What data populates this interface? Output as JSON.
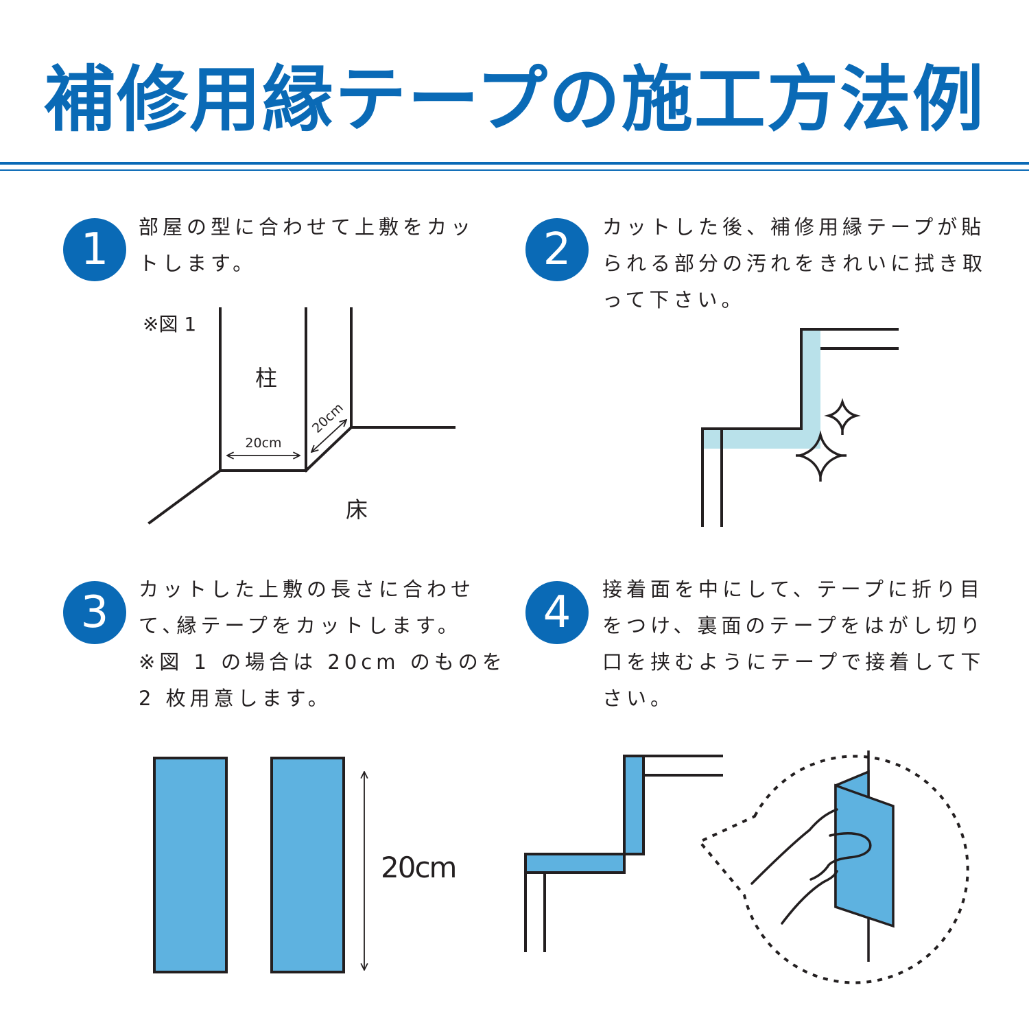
{
  "title": "補修用縁テープの施工方法例",
  "steps": [
    {
      "number": "1",
      "lines": [
        "部屋の型に合わせて上敷をカッ",
        "トします。"
      ]
    },
    {
      "number": "2",
      "lines": [
        "カットした後、補修用縁テープが貼",
        "られる部分の汚れをきれいに拭き取",
        "って下さい。"
      ]
    },
    {
      "number": "3",
      "lines": [
        "カットした上敷の長さに合わせ",
        "て､縁テープをカットします。",
        "※図 1 の場合は 20cm のものを",
        "2 枚用意します。"
      ]
    },
    {
      "number": "4",
      "lines": [
        "接着面を中にして、テープに折り目",
        "をつけ、裏面のテープをはがし切り",
        "口を挟むようにテープで接着して下",
        "さい。"
      ]
    }
  ],
  "figure1": {
    "caption": "※図 1",
    "pillar_label": "柱",
    "floor_label": "床",
    "width_label": "20cm",
    "depth_label": "20cm"
  },
  "figure3": {
    "length_label": "20cm"
  },
  "colors": {
    "brand_blue": "#0a6ab6",
    "tape_blue": "#5eb2e0",
    "clean_area": "#b9e1ea",
    "line": "#231f20"
  }
}
